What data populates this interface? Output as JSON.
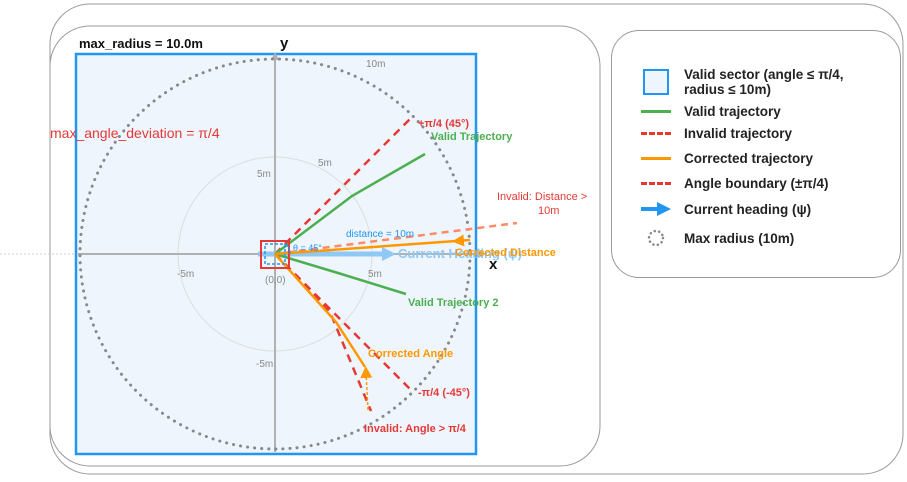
{
  "diagram": {
    "max_radius_label": "max_radius = 10.0m",
    "max_angle_label": "max_angle_deviation = π/4",
    "axis_y": "y",
    "axis_x": "x",
    "ring_labels": {
      "r10": "10m",
      "r5_top": "5m",
      "r5_right": "5m",
      "neg5_left": "-5m",
      "neg5_bottom": "-5m"
    },
    "origin_label": "(0,0)",
    "theta_label": "θ = 45°",
    "distance_label": "distance = 10m",
    "pos_boundary_label": "+π/4 (45°)",
    "neg_boundary_label": "-π/4 (-45°)",
    "valid_traj_1_label": "Valid Trajectory",
    "valid_traj_2_label": "Valid Trajectory 2",
    "invalid_distance_label_line1": "Invalid: Distance >",
    "invalid_distance_label_line2": "10m",
    "corrected_distance_label": "Corrected Distance",
    "current_heading_label": "Current Heading (ψ)",
    "corrected_angle_label": "Corrected Angle",
    "invalid_angle_label": "Invalid: Angle > π/4",
    "colors": {
      "valid": "#4caf50",
      "invalid": "#e53935",
      "corrected": "#ff9800",
      "heading": "#2196f3",
      "sector": "#2196f3",
      "radius": "#888888"
    }
  },
  "legend": {
    "items": [
      {
        "icon": "square-icon",
        "label_line1": "Valid sector (angle ≤ π/4,",
        "label_line2": "radius ≤ 10m)"
      },
      {
        "icon": "solid-line-icon",
        "label": "Valid trajectory"
      },
      {
        "icon": "dashed-line-icon",
        "label": "Invalid trajectory"
      },
      {
        "icon": "solid-line-icon",
        "label": "Corrected trajectory"
      },
      {
        "icon": "dashed-line-icon",
        "label": "Angle boundary (±π/4)"
      },
      {
        "icon": "arrow-icon",
        "label": "Current heading (ψ)"
      },
      {
        "icon": "dotted-circle-icon",
        "label": "Max radius (10m)"
      }
    ]
  }
}
